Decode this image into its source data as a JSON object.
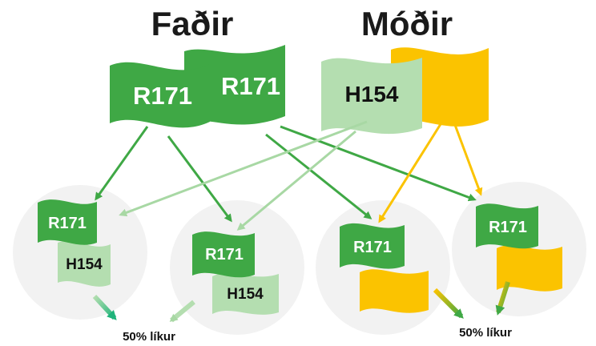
{
  "parents": {
    "father": {
      "title": "Faðir",
      "allele_a": "R171",
      "allele_b": "R171"
    },
    "mother": {
      "title": "Móðir",
      "allele_a": "H154",
      "allele_b": ""
    }
  },
  "offspring": [
    {
      "allele_top": "R171",
      "allele_bottom": "H154"
    },
    {
      "allele_top": "R171",
      "allele_bottom": "H154"
    },
    {
      "allele_top": "R171",
      "allele_bottom": ""
    },
    {
      "allele_top": "R171",
      "allele_bottom": ""
    }
  ],
  "probability_labels": {
    "left": "50% líkur",
    "right": "50% líkur"
  },
  "colors": {
    "dark_green": "#3fa845",
    "light_green": "#b4deb0",
    "yellow": "#fbc300",
    "circle_bg": "#f2f2f2"
  }
}
